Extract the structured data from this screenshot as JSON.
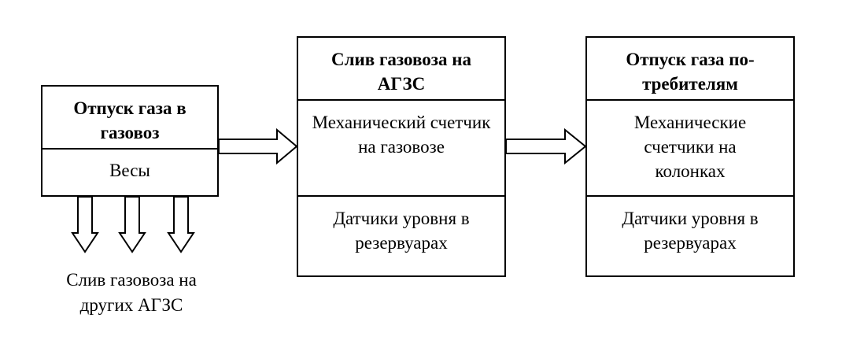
{
  "blocks": [
    {
      "title": "Отпуск газа в газовоз",
      "sections": [
        "Весы"
      ]
    },
    {
      "title": "Слив газовоза на АГЗС",
      "sections": [
        "Механический счетчик на газовозе",
        "Датчики уровня в резервуарах"
      ]
    },
    {
      "title": "Отпуск газа по-требителям",
      "sections": [
        "Механические счетчики на колонках",
        "Датчики уровня в резервуарах"
      ]
    }
  ],
  "outflow_caption": "Слив газовоза на других АГЗС"
}
